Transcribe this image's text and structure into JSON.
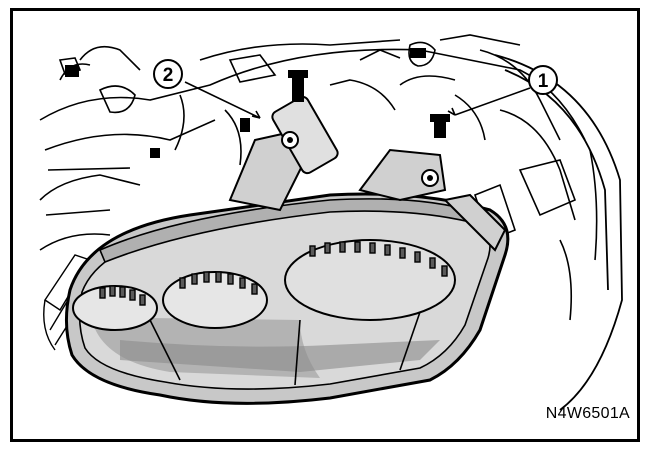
{
  "figure": {
    "callouts": [
      {
        "label": "1"
      },
      {
        "label": "2"
      }
    ],
    "figure_code": "N4W6501A"
  },
  "colors": {
    "line": "#000000",
    "shade_light": "#c8c8c8",
    "shade_mid": "#9a9a9a",
    "shade_dark": "#5a5a5a",
    "background": "#ffffff"
  }
}
